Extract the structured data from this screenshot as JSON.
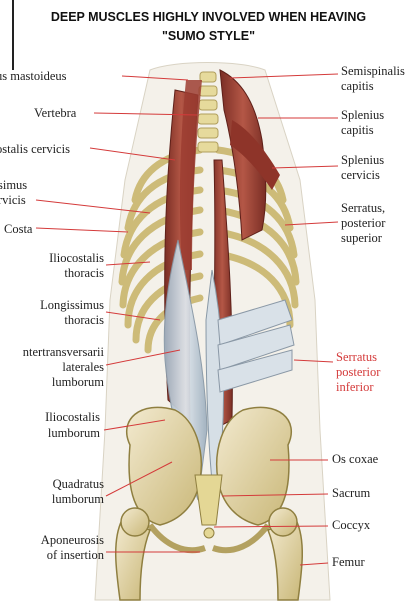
{
  "title": {
    "line1": "DEEP MUSCLES HIGHLY INVOLVED WHEN HEAVING",
    "line2": "\"SUMO STYLE\""
  },
  "left_labels": [
    {
      "text": "us mastoideus"
    },
    {
      "text": "Vertebra"
    },
    {
      "text": "ostalis cervicis"
    },
    {
      "text": "simus"
    },
    {
      "text": "rvicis"
    },
    {
      "text": "Costa"
    },
    {
      "text": "Iliocostalis"
    },
    {
      "text": "thoracis"
    },
    {
      "text": "Longissimus"
    },
    {
      "text": "thoracis"
    },
    {
      "text": "ntertransversarii"
    },
    {
      "text": "laterales"
    },
    {
      "text": "lumborum"
    },
    {
      "text": "Iliocostalis"
    },
    {
      "text": "lumborum"
    },
    {
      "text": "Quadratus"
    },
    {
      "text": "lumborum"
    },
    {
      "text": "Aponeurosis"
    },
    {
      "text": "of insertion"
    }
  ],
  "right_labels": [
    {
      "text": "Semispinalis"
    },
    {
      "text": "capitis"
    },
    {
      "text": "Splenius"
    },
    {
      "text": "capitis"
    },
    {
      "text": "Splenius"
    },
    {
      "text": "cervicis"
    },
    {
      "text": "Serratus,"
    },
    {
      "text": "posterior"
    },
    {
      "text": "superior"
    },
    {
      "text": "Serratus"
    },
    {
      "text": "posterior"
    },
    {
      "text": "inferior"
    },
    {
      "text": "Os coxae"
    },
    {
      "text": "Sacrum"
    },
    {
      "text": "Coccyx"
    },
    {
      "text": "Femur"
    }
  ],
  "colors": {
    "muscle": "#a8473a",
    "muscle_dark": "#7a2e25",
    "bone": "#e8dca0",
    "bone_shade": "#b9a865",
    "fascia": "#c9d3dc",
    "leader_line": "#d43a3a",
    "text": "#222222"
  }
}
